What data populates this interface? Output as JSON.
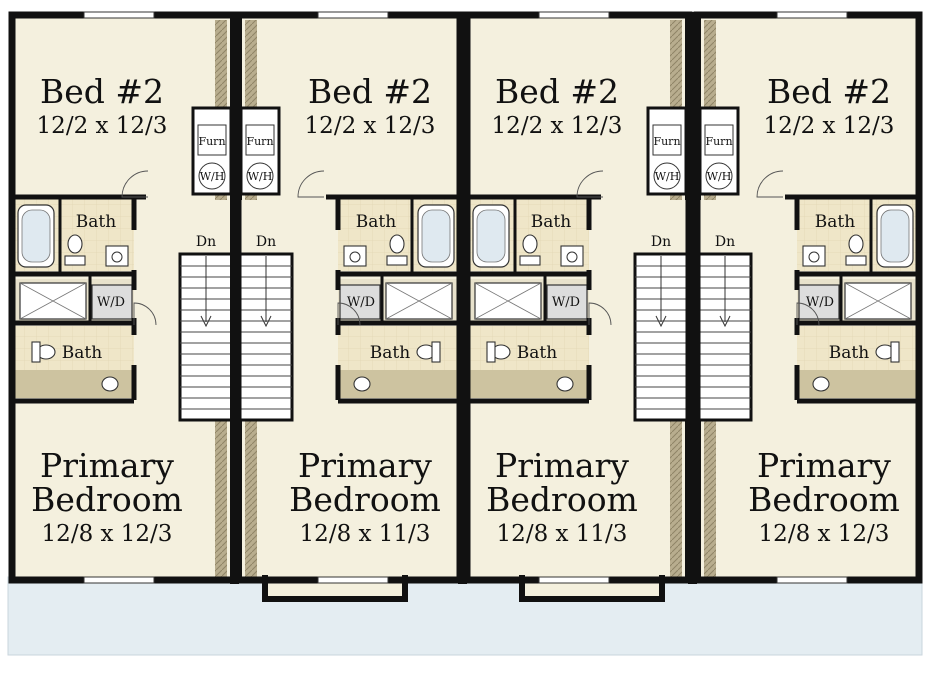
{
  "units": [
    {
      "bed2_label": "Bed #2",
      "bed2_dim": "12/2 x 12/3",
      "bath_upper": "Bath",
      "laundry": "W/D",
      "bath_lower": "Bath",
      "furn": "Furn",
      "wh": "W/H",
      "stair": "Dn",
      "primary_line1": "Primary",
      "primary_line2": "Bedroom",
      "primary_dim": "12/8 x 12/3"
    },
    {
      "bed2_label": "Bed #2",
      "bed2_dim": "12/2 x 12/3",
      "bath_upper": "Bath",
      "laundry": "W/D",
      "bath_lower": "Bath",
      "furn": "Furn",
      "wh": "W/H",
      "stair": "Dn",
      "primary_line1": "Primary",
      "primary_line2": "Bedroom",
      "primary_dim": "12/8 x 11/3"
    },
    {
      "bed2_label": "Bed #2",
      "bed2_dim": "12/2 x 12/3",
      "bath_upper": "Bath",
      "laundry": "W/D",
      "bath_lower": "Bath",
      "furn": "Furn",
      "wh": "W/H",
      "stair": "Dn",
      "primary_line1": "Primary",
      "primary_line2": "Bedroom",
      "primary_dim": "12/8 x 11/3"
    },
    {
      "bed2_label": "Bed #2",
      "bed2_dim": "12/2 x 12/3",
      "bath_upper": "Bath",
      "laundry": "W/D",
      "bath_lower": "Bath",
      "furn": "Furn",
      "wh": "W/H",
      "stair": "Dn",
      "primary_line1": "Primary",
      "primary_line2": "Bedroom",
      "primary_dim": "12/8 x 12/3"
    }
  ],
  "colors": {
    "floor": "#f4f0de",
    "wall": "#111111",
    "bath_floor": "#efe6c8",
    "counter": "#cdc3a0",
    "porch": "#e4edf2",
    "closet_hatch": "#b8ad8e"
  }
}
